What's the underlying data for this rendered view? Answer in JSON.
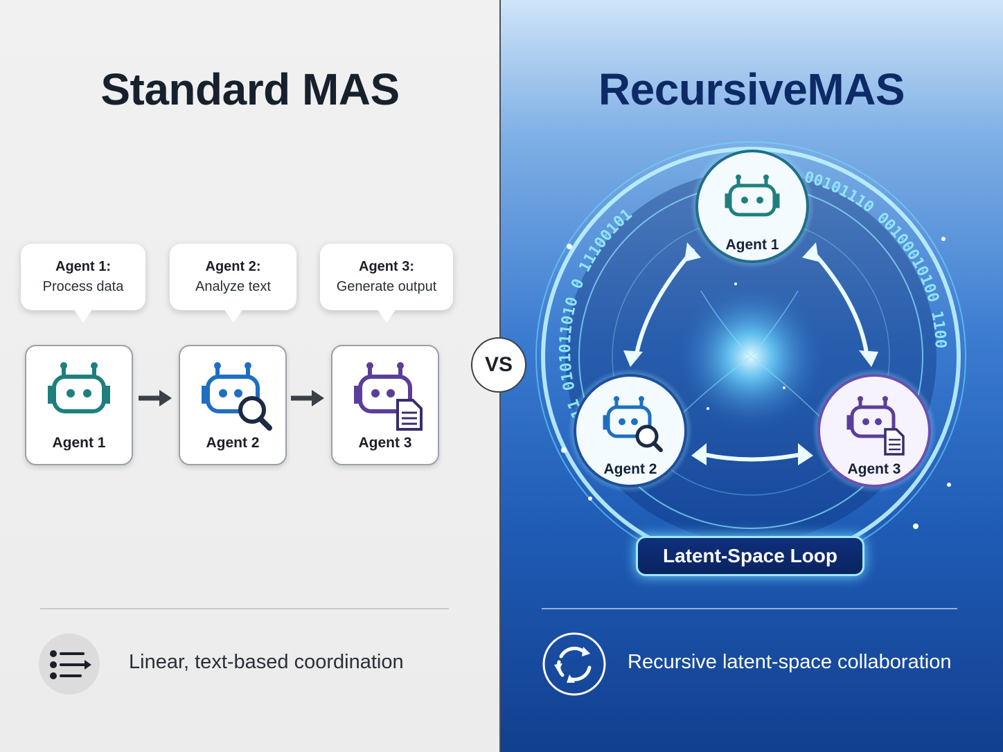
{
  "left": {
    "heading": "Standard MAS",
    "bubbles": [
      {
        "title": "Agent 1:",
        "text": "Process data"
      },
      {
        "title": "Agent 2:",
        "text": "Analyze text"
      },
      {
        "title": "Agent 3:",
        "text": "Generate output"
      }
    ],
    "agents": [
      {
        "label": "Agent 1",
        "icon": "robot-icon",
        "color": "#1f7f7f"
      },
      {
        "label": "Agent 2",
        "icon": "robot-search-icon",
        "color": "#1f6fc0"
      },
      {
        "label": "Agent 3",
        "icon": "robot-document-icon",
        "color": "#5a3e9a"
      }
    ],
    "footer": {
      "icon": "list-arrow-icon",
      "text": "Linear, text-based coordination"
    }
  },
  "vs": "VS",
  "right": {
    "heading": "RecursiveMAS",
    "agents": [
      {
        "label": "Agent 1",
        "icon": "robot-icon"
      },
      {
        "label": "Agent 2",
        "icon": "robot-search-icon"
      },
      {
        "label": "Agent 3",
        "icon": "robot-document-icon"
      }
    ],
    "binary_left": "11 0101011010 0 11100101",
    "binary_right": "00101110 00100010100 1100",
    "loop_label": "Latent-Space Loop",
    "footer": {
      "icon": "cycle-arrows-icon",
      "text": "Recursive latent-space collaboration"
    }
  },
  "colors": {
    "accent_teal": "#1f7f7f",
    "accent_blue": "#1f6fc0",
    "accent_purple": "#5a3e9a",
    "glow": "#8fe6ff"
  }
}
